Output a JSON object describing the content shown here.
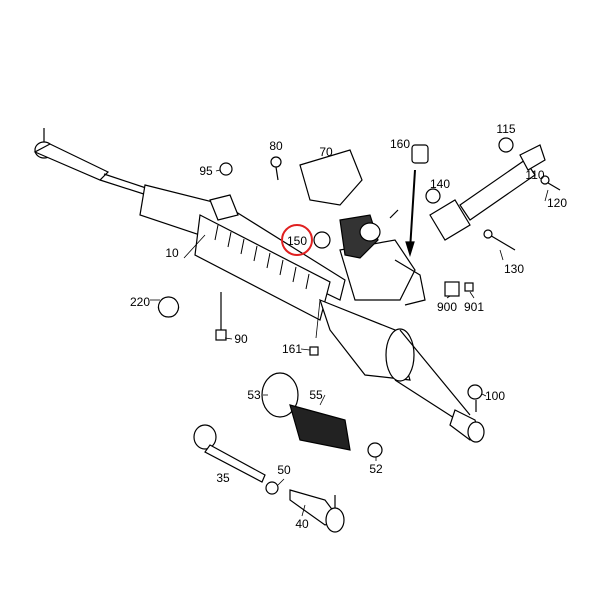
{
  "diagram": {
    "title_hidden": null,
    "highlight_color": "#e02020",
    "highlighted_part": "150",
    "parts": {
      "p80": "80",
      "p70": "70",
      "p95": "95",
      "p160": "160",
      "p115": "115",
      "p110": "110",
      "p140": "140",
      "p120": "120",
      "p150": "150",
      "p10": "10",
      "p130": "130",
      "p220": "220",
      "p900": "900",
      "p901": "901",
      "p90": "90",
      "p161": "161",
      "p53": "53",
      "p55": "55",
      "p100": "100",
      "p35": "35",
      "p50": "50",
      "p52": "52",
      "p40": "40"
    }
  }
}
